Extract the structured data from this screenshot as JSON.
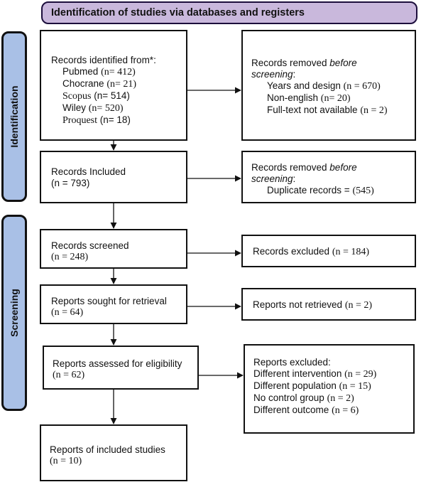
{
  "header": {
    "title": "Identification of studies via databases and registers"
  },
  "phases": {
    "identification": "Identification",
    "screening": "Screening"
  },
  "identified": {
    "lead": "Records identified from*:",
    "pubmed": "Pubmed",
    "pubmed_n": "(n= 412)",
    "chocrane": "Chocrane",
    "chocrane_n": "(n= 21)",
    "scopus": "Scopus",
    "scopus_n": "(n= 514)",
    "wiley": "Wiley",
    "wiley_n": "(n= 520)",
    "proquest": "Proquest",
    "proquest_n": "(n= 18)"
  },
  "removed1": {
    "lead": "Records removed ",
    "lead_em": "before",
    "lead2_em": "screening",
    "lead2_rest": ":",
    "years": "Years and design ",
    "years_n": "(n = 670)",
    "noneng": "Non-english ",
    "noneng_n": "(n= 20)",
    "fulltext": "Full-text not available ",
    "fulltext_n": "(n = 2)"
  },
  "included": {
    "lead": "Records Included",
    "n": "(n = 793)"
  },
  "removed2": {
    "lead": "Records removed ",
    "lead_em": "before",
    "lead2_em": "screening",
    "lead2_rest": ":",
    "dup": "Duplicate records = ",
    "dup_n": "(545)"
  },
  "screened": {
    "lead": "Records screened",
    "n": "(n = 248)"
  },
  "excluded": {
    "lead": "Records excluded ",
    "n": "(n = 184)"
  },
  "sought": {
    "lead": "Reports sought for retrieval",
    "n": "(n = 64)"
  },
  "notretrieved": {
    "lead": "Reports not retrieved ",
    "n": "(n = 2)"
  },
  "assessed": {
    "lead": "Reports assessed for eligibility",
    "n": "(n = 62)"
  },
  "reportsexcluded": {
    "lead": "Reports excluded:",
    "a": "Different intervention ",
    "a_n": "(n = 29)",
    "b": "Different population ",
    "b_n": "(n = 15)",
    "c": "No control group ",
    "c_n": "(n = 2)",
    "d": "Different outcome ",
    "d_n": "(n = 6)"
  },
  "final": {
    "lead": "Reports of included studies",
    "n": "(n = 10)"
  }
}
